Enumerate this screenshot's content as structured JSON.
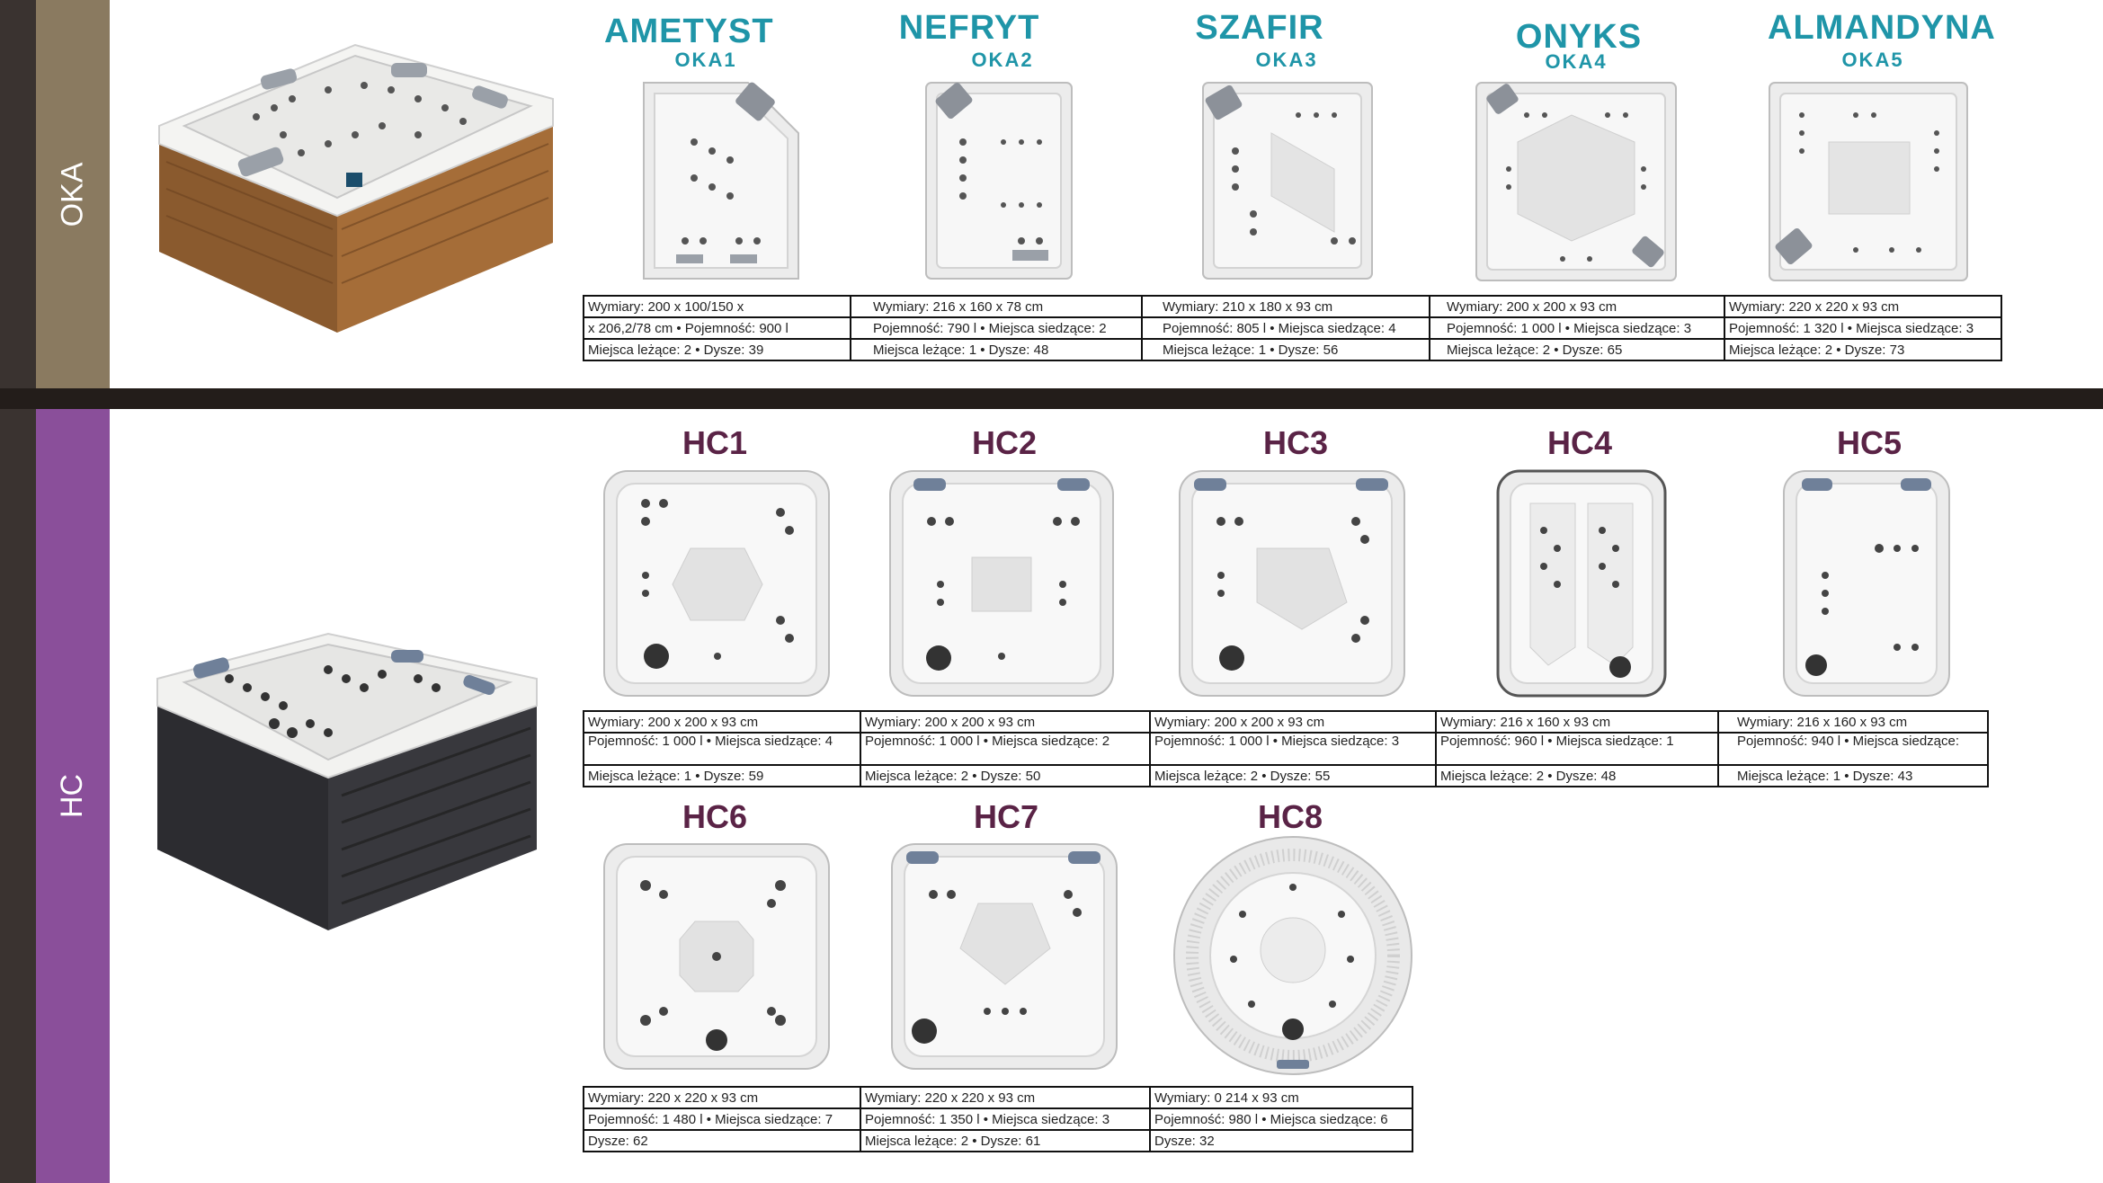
{
  "sections": {
    "oka": {
      "label": "OKA"
    },
    "hc": {
      "label": "HC"
    }
  },
  "oka_products": [
    {
      "name": "AMETYST",
      "code": "OKA1",
      "rows": [
        "Wymiary: 200 x 100/150 x",
        "x 206,2/78 cm • Pojemność: 900 l",
        "Miejsca leżące: 2 • Dysze: 39"
      ]
    },
    {
      "name": "NEFRYT",
      "code": "OKA2",
      "rows": [
        "Wymiary: 216 x 160 x 78 cm",
        "Pojemność: 790 l • Miejsca siedzące: 2",
        "Miejsca leżące: 1 • Dysze: 48"
      ]
    },
    {
      "name": "SZAFIR",
      "code": "OKA3",
      "rows": [
        "Wymiary: 210 x 180 x 93 cm",
        "Pojemność: 805 l • Miejsca siedzące: 4",
        "Miejsca leżące: 1 • Dysze: 56"
      ]
    },
    {
      "name": "ONYKS",
      "code": "OKA4",
      "rows": [
        "Wymiary: 200 x 200 x 93 cm",
        "Pojemność: 1 000 l • Miejsca siedzące: 3",
        "Miejsca leżące: 2 • Dysze: 65"
      ]
    },
    {
      "name": "ALMANDYNA",
      "code": "OKA5",
      "rows": [
        "Wymiary: 220 x 220 x 93 cm",
        "Pojemność: 1 320 l • Miejsca siedzące: 3",
        "Miejsca leżące: 2 • Dysze: 73"
      ]
    }
  ],
  "hc_products": [
    {
      "name": "HC1",
      "rows": [
        "Wymiary: 200 x 200 x 93 cm",
        "Pojemność: 1 000 l • Miejsca siedzące: 4",
        "Miejsca leżące: 1 • Dysze: 59"
      ]
    },
    {
      "name": "HC2",
      "rows": [
        "Wymiary: 200 x 200 x 93 cm",
        "Pojemność: 1 000 l • Miejsca siedzące: 2",
        "Miejsca leżące: 2 • Dysze: 50"
      ]
    },
    {
      "name": "HC3",
      "rows": [
        "Wymiary: 200 x 200 x 93 cm",
        "Pojemność: 1 000 l • Miejsca siedzące: 3",
        "Miejsca leżące: 2 • Dysze: 55"
      ]
    },
    {
      "name": "HC4",
      "rows": [
        "Wymiary: 216 x 160 x 93 cm",
        "Pojemność: 960 l • Miejsca siedzące: 1",
        "Miejsca leżące: 2 • Dysze: 48"
      ]
    },
    {
      "name": "HC5",
      "rows": [
        "Wymiary: 216 x 160 x 93 cm",
        "Pojemność: 940 l • Miejsca siedzące:",
        "Miejsca leżące: 1 • Dysze: 43"
      ]
    },
    {
      "name": "HC6",
      "rows": [
        "Wymiary: 220 x 220 x 93 cm",
        "Pojemność: 1 480 l • Miejsca siedzące: 7",
        "Dysze: 62"
      ]
    },
    {
      "name": "HC7",
      "rows": [
        "Wymiary: 220 x 220 x 93 cm",
        "Pojemność: 1 350 l • Miejsca siedzące: 3",
        "Miejsca leżące: 2 • Dysze: 61"
      ]
    },
    {
      "name": "HC8",
      "rows": [
        "Wymiary: 0 214 x 93 cm",
        "Pojemność: 980 l • Miejsca siedzące: 6",
        "Dysze: 32"
      ]
    }
  ],
  "colors": {
    "oka_accent": "#1f95a8",
    "hc_accent": "#5a2346",
    "oka_sidebar": "#8a7a60",
    "hc_sidebar": "#8a4f9a"
  },
  "icons": {
    "hero_oka": "hot-tub-wood-icon",
    "hero_hc": "hot-tub-dark-icon"
  }
}
